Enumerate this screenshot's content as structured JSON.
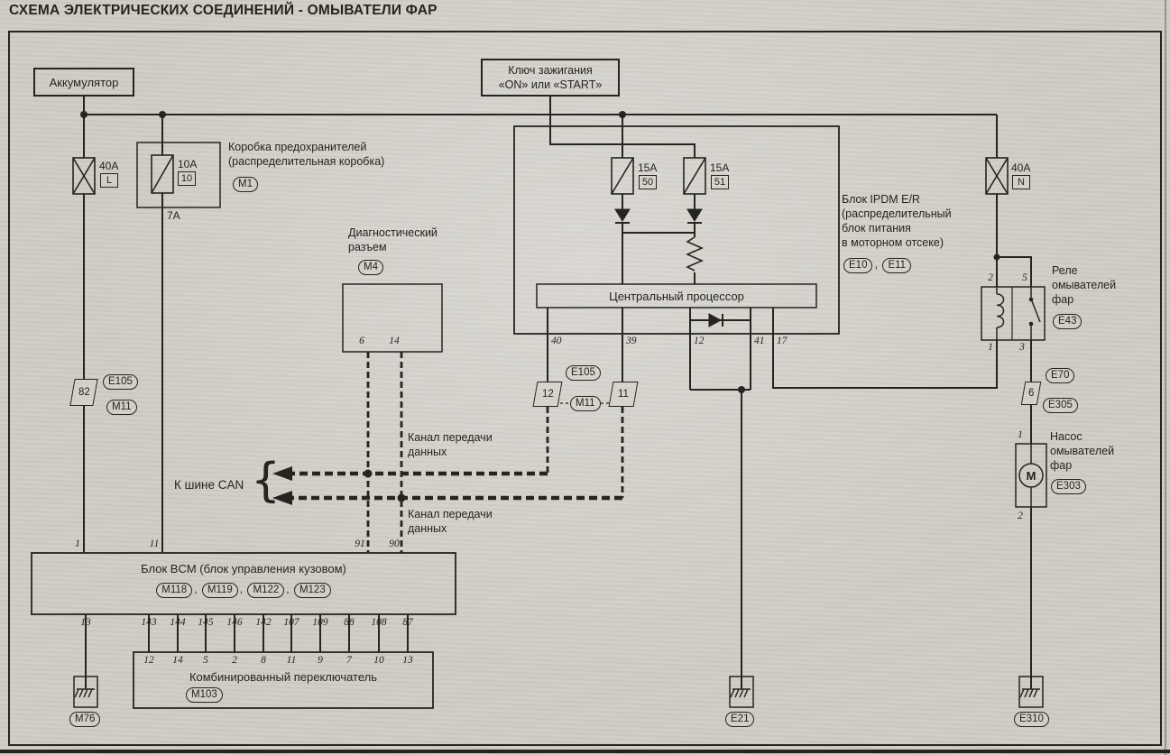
{
  "title": "СХЕМА ЭЛЕКТРИЧЕСКИХ СОЕДИНЕНИЙ - ОМЫВАТЕЛИ ФАР",
  "colors": {
    "paper": "#cfccc5",
    "ink": "#26241f"
  },
  "battery": {
    "label": "Аккумулятор"
  },
  "ignition": {
    "line1": "Ключ зажигания",
    "line2": "«ON» или «START»"
  },
  "fusebox": {
    "line1": "Коробка предохранителей",
    "line2": "(распределительная коробка)",
    "connector": "M1",
    "wire_gauge": "7A"
  },
  "fuses": {
    "battery_main": {
      "amps": "40A",
      "id": "L"
    },
    "fusebox_10a": {
      "amps": "10A",
      "id": "10"
    },
    "ipdm_50": {
      "amps": "15A",
      "id": "50"
    },
    "ipdm_51": {
      "amps": "15A",
      "id": "51"
    },
    "washer_main": {
      "amps": "40A",
      "id": "N"
    }
  },
  "ipdm": {
    "name1": "Блок IPDM E/R",
    "name2": "(распределительный",
    "name3": "блок питания",
    "name4": "в моторном отсеке)",
    "conn1": "E10",
    "conn2": "E11",
    "sep": ",",
    "cpu": "Центральный процессор",
    "pins": [
      "40",
      "39",
      "12",
      "41",
      "17"
    ]
  },
  "diagnostic": {
    "name1": "Диагностический",
    "name2": "разъем",
    "connector": "M4",
    "pin1": "6",
    "pin2": "14"
  },
  "can": {
    "bus_label": "К шине CAN",
    "brace": "{",
    "ch1_line1": "Канал передачи",
    "ch1_line2": "данных",
    "ch2_line1": "Канал передачи",
    "ch2_line2": "данных"
  },
  "conn_left": {
    "id": "82",
    "harness": "E105",
    "body": "M11"
  },
  "conn_mid": {
    "id1": "12",
    "id2": "11",
    "harness": "E105",
    "body": "M11"
  },
  "relay": {
    "name1": "Реле",
    "name2": "омывателей",
    "name3": "фар",
    "connector": "E43",
    "pin_top1": "2",
    "pin_top2": "5",
    "pin_bot1": "1",
    "pin_bot2": "3"
  },
  "conn_right": {
    "id": "6",
    "top": "E70",
    "bottom": "E305"
  },
  "pump": {
    "name1": "Насос",
    "name2": "омывателей",
    "name3": "фар",
    "connector": "E303",
    "pin1": "1",
    "pin2": "2",
    "motor": "M"
  },
  "bcm": {
    "title": "Блок BCM (блок управления кузовом)",
    "connectors": [
      "M118",
      "M119",
      "M122",
      "M123"
    ],
    "sep": ",",
    "top_pins": [
      "1",
      "11",
      "91",
      "90"
    ],
    "bottom_pins": [
      "13",
      "143",
      "144",
      "145",
      "146",
      "142",
      "107",
      "109",
      "88",
      "108",
      "87"
    ]
  },
  "combo_switch": {
    "title": "Комбинированный переключатель",
    "connector": "M103",
    "pins": [
      "12",
      "14",
      "5",
      "2",
      "8",
      "11",
      "9",
      "7",
      "10",
      "13"
    ]
  },
  "grounds": {
    "left": "M76",
    "center": "E21",
    "right": "E310"
  }
}
